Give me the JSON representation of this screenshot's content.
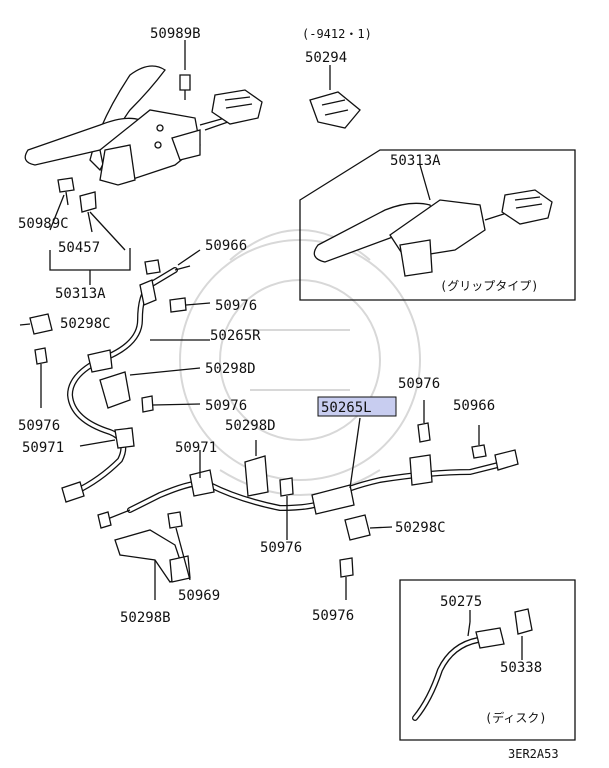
{
  "diagram": {
    "note_date": "(-9412・1)",
    "labels": {
      "l50989B": "50989B",
      "l50294": "50294",
      "l50313A_box": "50313A",
      "l50989C": "50989C",
      "l50457": "50457",
      "l50313A": "50313A",
      "l50966_top": "50966",
      "l50976_a": "50976",
      "l50298C_left": "50298C",
      "l50265R": "50265R",
      "l50298D_left": "50298D",
      "l50976_b": "50976",
      "l50976_c": "50976",
      "l50971_left": "50971",
      "l50976_d": "50976",
      "l50966_right": "50966",
      "l50265L": "50265L",
      "l50298D_mid": "50298D",
      "l50971_mid": "50971",
      "l50976_e": "50976",
      "l50298C_right": "50298C",
      "l50969": "50969",
      "l50298B": "50298B",
      "l50976_f": "50976",
      "l50275": "50275",
      "l50338": "50338"
    },
    "grip_type_caption": "(グリップタイプ)",
    "disc_caption": "(ディスク)",
    "diagram_code": "3ER2A53",
    "highlight_color": "#c8cdf0"
  }
}
